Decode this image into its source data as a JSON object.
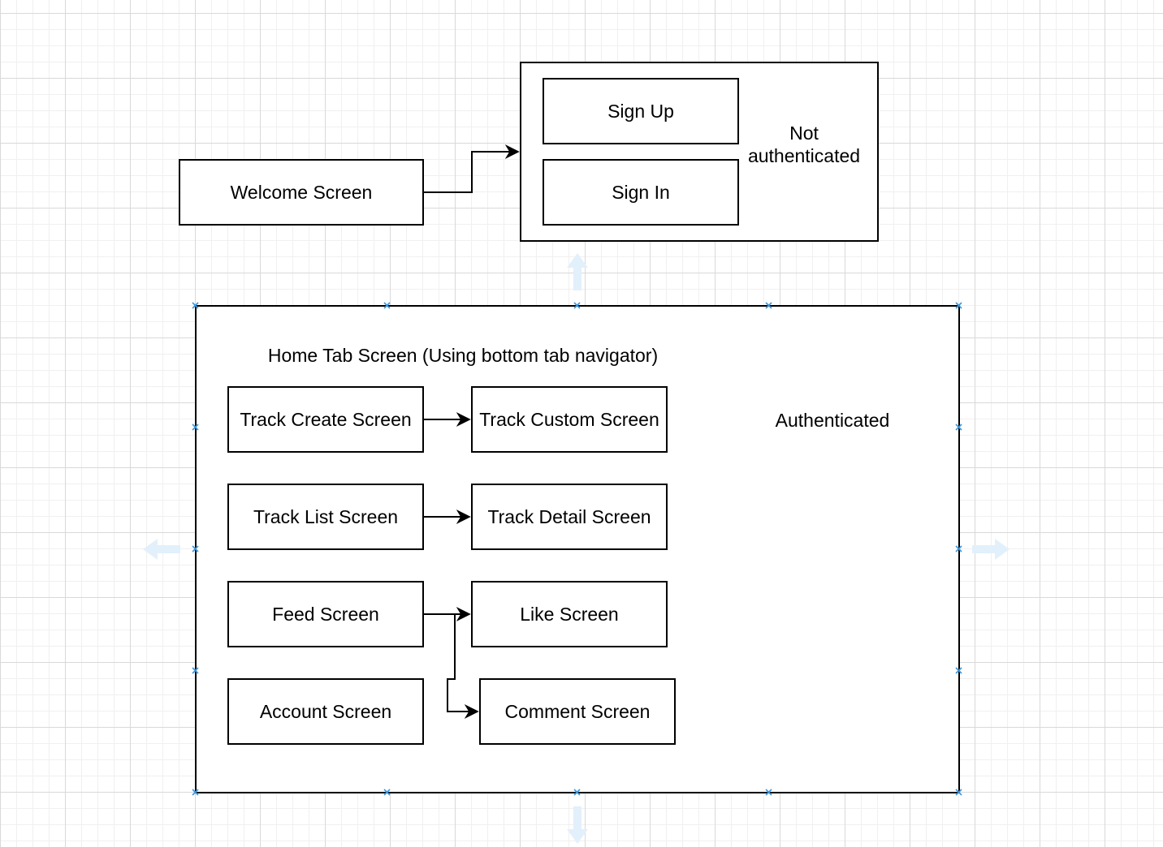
{
  "diagram": {
    "welcome": {
      "label": "Welcome Screen"
    },
    "not_authenticated": {
      "label": "Not authenticated",
      "sign_up": "Sign Up",
      "sign_in": "Sign In"
    },
    "authenticated": {
      "label": "Authenticated",
      "title": "Home Tab Screen (Using bottom tab navigator)",
      "track_create": "Track Create Screen",
      "track_custom": "Track Custom Screen",
      "track_list": "Track List Screen",
      "track_detail": "Track Detail Screen",
      "feed": "Feed Screen",
      "like": "Like Screen",
      "account": "Account Screen",
      "comment": "Comment Screen"
    },
    "colors": {
      "stroke": "#000000",
      "selection": "#3a96dd",
      "hint_arrow": "#e2f0fb"
    }
  }
}
